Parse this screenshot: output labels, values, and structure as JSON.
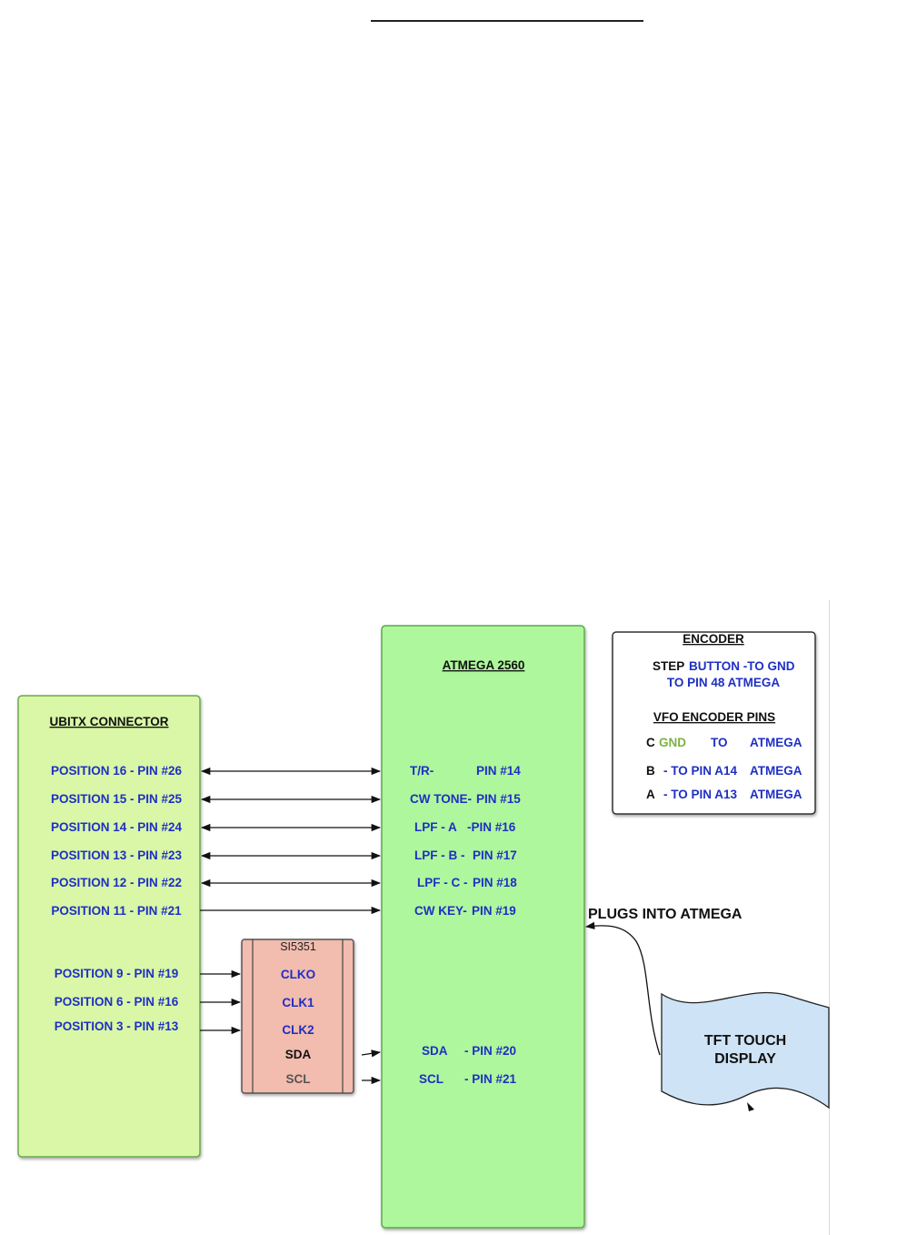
{
  "ubitx": {
    "title": "UBITX CONNECTOR",
    "positions": [
      "POSITION 16 - PIN #26",
      "POSITION 15 - PIN #25",
      "POSITION 14 - PIN #24",
      "POSITION 13 - PIN #23",
      "POSITION 12 - PIN #22",
      "POSITION 11 - PIN #21",
      "POSITION 9 - PIN #19",
      "POSITION 6 - PIN #16",
      "POSITION 3 - PIN #13"
    ]
  },
  "atmega": {
    "title": "ATMEGA 2560",
    "pins": [
      {
        "name": "T/R-",
        "pin": "PIN #14"
      },
      {
        "name": "CW TONE-",
        "pin": "PIN #15"
      },
      {
        "name": "LPF - A",
        "pin": "-PIN #16"
      },
      {
        "name": "LPF  - B -",
        "pin": "PIN #17"
      },
      {
        "name": "LPF - C -",
        "pin": "PIN #18"
      },
      {
        "name": "CW KEY-",
        "pin": "PIN #19"
      },
      {
        "name": "SDA",
        "pin": "- PIN #20"
      },
      {
        "name": "SCL",
        "pin": "- PIN #21"
      }
    ]
  },
  "si5351": {
    "title": "SI5351",
    "outputs": [
      "CLKO",
      "CLK1",
      "CLK2",
      "SDA",
      "SCL"
    ]
  },
  "encoder": {
    "title": "ENCODER",
    "step_prefix": "STEP",
    "step_rest": "BUTTON -TO GND",
    "step_line2": "TO PIN 48  ATMEGA",
    "vfo_title": "VFO ENCODER PINS",
    "rows": [
      {
        "letter": "C",
        "mid": "GND",
        "mid2": "TO",
        "end": "ATMEGA"
      },
      {
        "letter": "B",
        "mid": "- TO  PIN A14",
        "end": "ATMEGA"
      },
      {
        "letter": "A",
        "mid": "- TO  PIN A13",
        "end": "ATMEGA"
      }
    ]
  },
  "tft": {
    "line1": "TFT TOUCH",
    "line2": "DISPLAY",
    "plugs_label": "PLUGS INTO ATMEGA"
  },
  "colors": {
    "ubitx_fill": "#d9f7a6",
    "atmega_fill": "#aef79c",
    "si_fill": "#f2bcae",
    "tft_fill": "#cfe3f6",
    "label_blue": "#1f2fc4",
    "gnd_green": "#7cb342"
  }
}
